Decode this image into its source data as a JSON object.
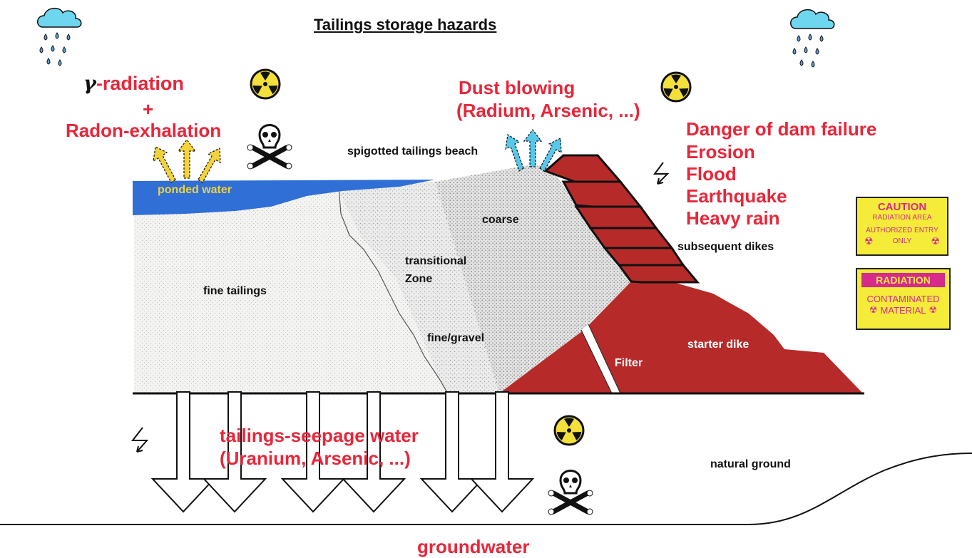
{
  "title": "Tailings storage hazards",
  "hazards": {
    "gamma_symbol": "γ",
    "gamma_text": "-radiation",
    "plus": "+",
    "radon": "Radon-exhalation",
    "dust_line1": "Dust blowing",
    "dust_line2": "(Radium, Arsenic, ...)",
    "dam_failure": [
      "Danger of dam failure",
      "Erosion",
      "Flood",
      "Earthquake",
      "Heavy rain"
    ],
    "seepage_line1": "tailings-seepage water",
    "seepage_line2": "(Uranium, Arsenic, ...)",
    "groundwater": "groundwater"
  },
  "zones": {
    "ponded_water": "ponded water",
    "beach": "spigotted tailings beach",
    "coarse": "coarse",
    "transitional_1": "transitional",
    "transitional_2": "Zone",
    "fine_tailings": "fine tailings",
    "fine_gravel": "fine/gravel",
    "subsequent_dikes": "subsequent dikes",
    "starter_dike": "starter dike",
    "filter": "Filter",
    "natural_ground": "natural ground"
  },
  "signs": {
    "caution": {
      "heading": "CAUTION",
      "line1": "RADIATION AREA",
      "line2": "AUTHORIZED ENTRY",
      "line3": "ONLY"
    },
    "radiation": {
      "heading": "RADIATION",
      "line1": "CONTAMINATED",
      "line2": "MATERIAL"
    }
  },
  "icons": [
    "rain-cloud-icon",
    "radiation-trefoil-icon",
    "skull-crossbones-icon",
    "lightning-icon",
    "warning-sign"
  ],
  "colors": {
    "hazard_text": "#e8263a",
    "water": "#2f6fd6",
    "dike": "#b72a2a",
    "sign": "#f5ec3a",
    "sign_text": "#d62a8c",
    "arrow_yellow": "#f3d23a",
    "arrow_cyan": "#57c7ea"
  }
}
